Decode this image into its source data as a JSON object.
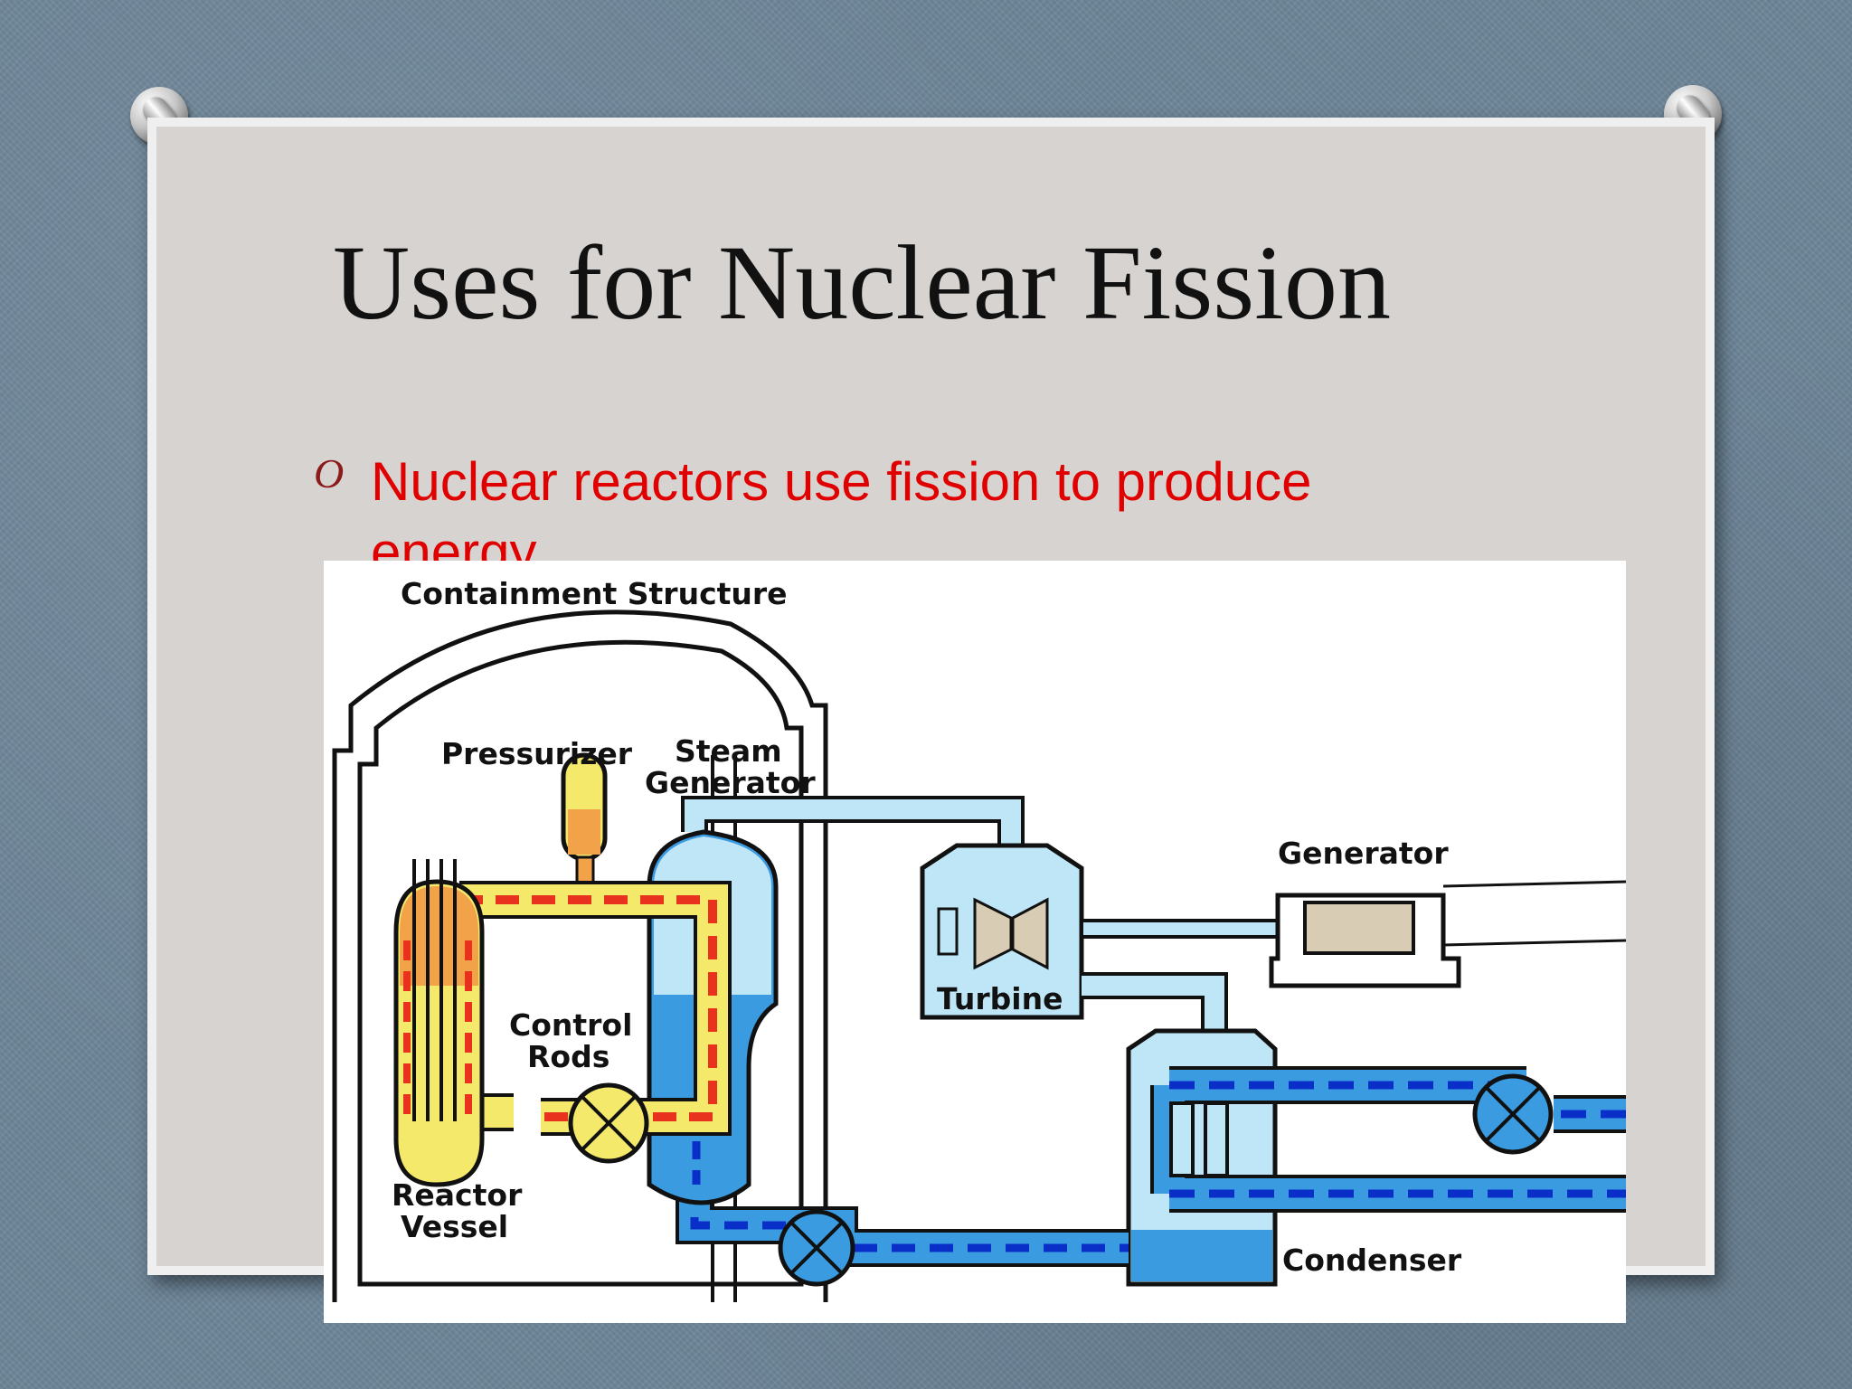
{
  "slide": {
    "title": "Uses for Nuclear Fission",
    "bullet_marker": "O",
    "bullet": "Nuclear reactors use fission to produce energy"
  },
  "diagram": {
    "labels": {
      "containment": "Containment Structure",
      "pressurizer": "Pressurizer",
      "steam": "Steam",
      "generator_sg": "Generator",
      "control": "Control",
      "rods": "Rods",
      "reactor": "Reactor",
      "vessel": "Vessel",
      "turbine": "Turbine",
      "generator": "Generator",
      "condenser": "Condenser"
    }
  },
  "colors": {
    "background": "#6e8699",
    "card": "#d6d3d1",
    "bullet_text": "#e00000",
    "hot_loop": "#f4e96b",
    "hot_dash": "#e8321e",
    "cool_loop": "#3a9be0",
    "cool_dash": "#0a2fc9",
    "steam": "#bfe6f7"
  }
}
